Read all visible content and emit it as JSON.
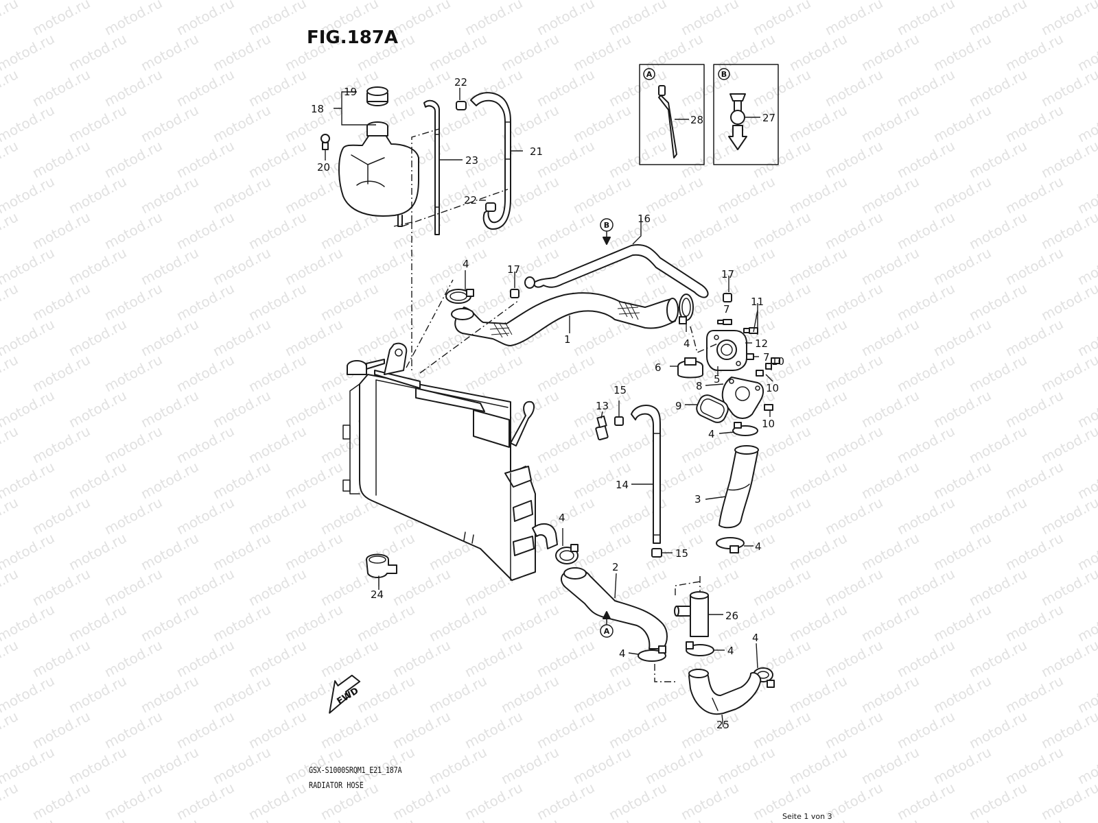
{
  "header": {
    "figure_title": "FIG.187A"
  },
  "footer": {
    "drawing_code": "GSX-S1000SRQM1_E21_187A",
    "section_name": "RADIATOR HOSE",
    "page_indicator": "Seite 1 von 3"
  },
  "watermark": {
    "text": "motod.ru"
  },
  "detail_views": [
    {
      "letter": "A",
      "part_number": "28"
    },
    {
      "letter": "B",
      "part_number": "27"
    }
  ],
  "reference_markers": [
    "B",
    "A"
  ],
  "callouts": [
    "1",
    "2",
    "3",
    "4",
    "4",
    "4",
    "4",
    "4",
    "4",
    "4",
    "4",
    "5",
    "6",
    "7",
    "7",
    "8",
    "9",
    "10",
    "10",
    "10",
    "11",
    "12",
    "13",
    "14",
    "15",
    "15",
    "16",
    "17",
    "17",
    "18",
    "19",
    "20",
    "21",
    "22",
    "22",
    "23",
    "24",
    "25",
    "26"
  ],
  "orientation_arrow": {
    "label": "FWD"
  },
  "colors": {
    "ink": "#1a1a1a",
    "watermark": "#e1e1e1",
    "background": "#ffffff"
  }
}
